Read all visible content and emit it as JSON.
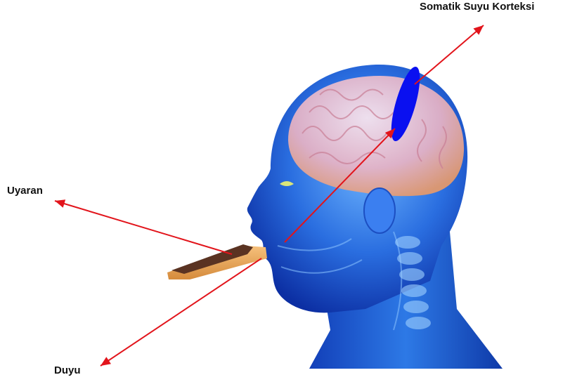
{
  "labels": {
    "cortex": "Somatik Suyu Korteksi",
    "stimulus": "Uyaran",
    "sense": "Duyu"
  },
  "colors": {
    "arrow": "#e2141b",
    "cortex_marker": "#0a10f0",
    "head": "#1f63d8",
    "brain": "#e8b4bf"
  },
  "icons": {
    "illustration": "human-head-side-view",
    "food": "chocolate-toast"
  }
}
